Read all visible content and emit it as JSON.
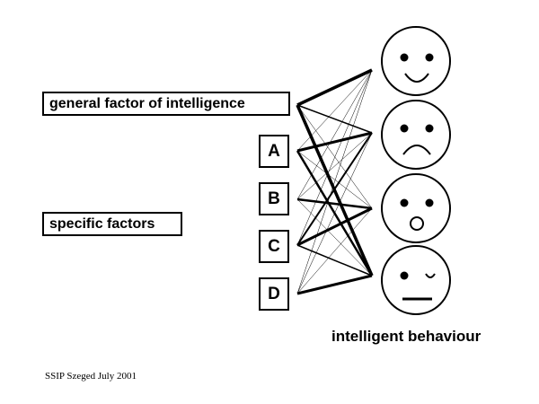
{
  "labels": {
    "general": "general factor of intelligence",
    "specific": "specific factors",
    "behaviour": "intelligent behaviour",
    "credit": "SSIP Szeged July 2001"
  },
  "factors": [
    "A",
    "B",
    "C",
    "D"
  ],
  "faces": [
    "happy",
    "sad",
    "surprised",
    "winking"
  ]
}
